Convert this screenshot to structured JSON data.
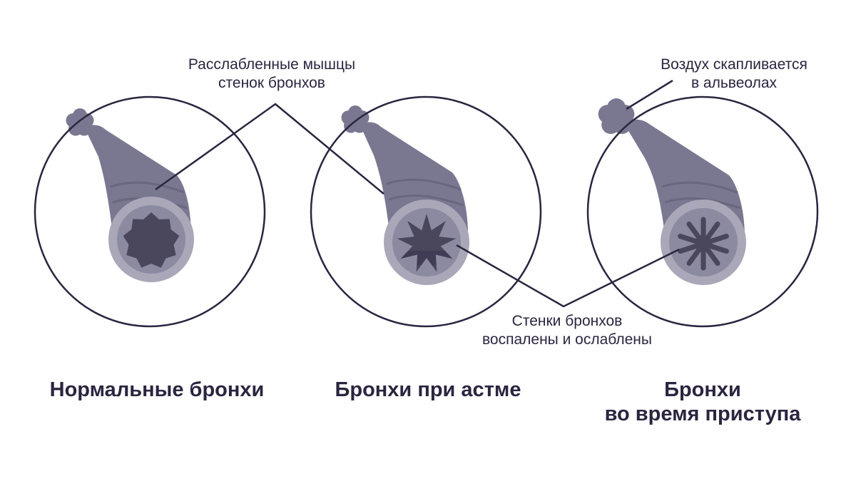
{
  "callouts": {
    "relaxed_muscles": {
      "line1": "Расслабленные мышцы",
      "line2": "стенок бронхов"
    },
    "air_accumulates": {
      "line1": "Воздух скапливается",
      "line2": "в альвеолах"
    },
    "walls_inflamed": {
      "line1": "Стенки бронхов",
      "line2": "воспалены и ослаблены"
    }
  },
  "panels": [
    {
      "caption_line1": "Нормальные бронхи",
      "caption_line2": ""
    },
    {
      "caption_line1": "Бронхи при астме",
      "caption_line2": ""
    },
    {
      "caption_line1": "Бронхи",
      "caption_line2": "во время приступа"
    }
  ],
  "colors": {
    "outline": "#2b2540",
    "bronchus": "#7a7891",
    "bronchus_dark": "#5e5b74",
    "ring": "#a9a7b8",
    "ring_inner": "#8b8aa0",
    "lumen": "#4a465b",
    "mucus": "#3a3450"
  }
}
